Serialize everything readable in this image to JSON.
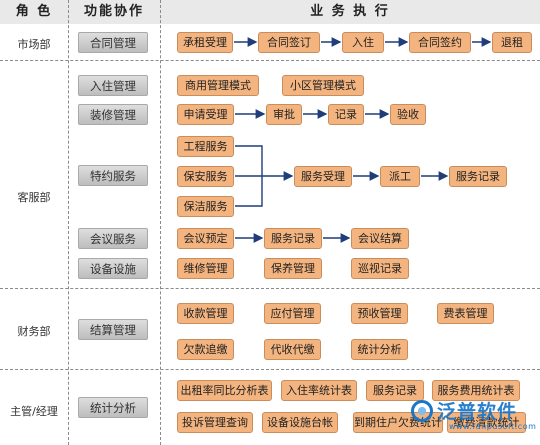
{
  "headers": {
    "role": "角 色",
    "function": "功能协作",
    "execution": "业 务 执 行"
  },
  "roles": {
    "market": "市场部",
    "customer_service": "客服部",
    "finance": "财务部",
    "management": "主管/经理"
  },
  "functions": {
    "contract_mgmt": "合同管理",
    "moving_in_mgmt": "入住管理",
    "decoration_mgmt": "装修管理",
    "special_service": "特约服务",
    "meeting_service": "会议服务",
    "facilities": "设备设施",
    "settlement_mgmt": "结算管理",
    "statistics": "统计分析"
  },
  "tasks": {
    "lease_accept": "承租受理",
    "contract_sign": "合同签订",
    "move_in": "入住",
    "contract_renew": "合同签约",
    "lease_return": "退租",
    "commercial_mode": "商用管理模式",
    "residential_mode": "小区管理模式",
    "apply_accept": "申请受理",
    "approve": "审批",
    "record": "记录",
    "inspect": "验收",
    "engineering": "工程服务",
    "security": "保安服务",
    "cleaning": "保洁服务",
    "service_accept": "服务受理",
    "dispatch": "派工",
    "service_record": "服务记录",
    "meeting_book": "会议预定",
    "meeting_record": "服务记录",
    "meeting_settle": "会议结算",
    "repair": "维修管理",
    "maintain": "保养管理",
    "patrol": "巡视记录",
    "collect": "收款管理",
    "payable": "应付管理",
    "prepaid": "预收管理",
    "meter": "费表管理",
    "arrears": "欠款追缴",
    "agency_collect": "代收代缴",
    "stat_analysis": "统计分析",
    "rent_ratio": "出租率同比分析表",
    "occupancy": "入住率统计表",
    "service_records": "服务记录",
    "service_fee_stats": "服务费用统计表",
    "complaint_query": "投诉管理查询",
    "facility_ledger": "设备设施台帐",
    "due_arrears": "到期住户欠费统计",
    "payment_stats": "缴费清款统计"
  },
  "watermark": {
    "brand": "泛普软件",
    "url": "www.fanpusoft.com"
  },
  "colors": {
    "task_fill": "#f4b47f",
    "arrow": "#1f3d7a",
    "function_fill": "#c9c9c9",
    "header_band": "#e9e9e9"
  }
}
